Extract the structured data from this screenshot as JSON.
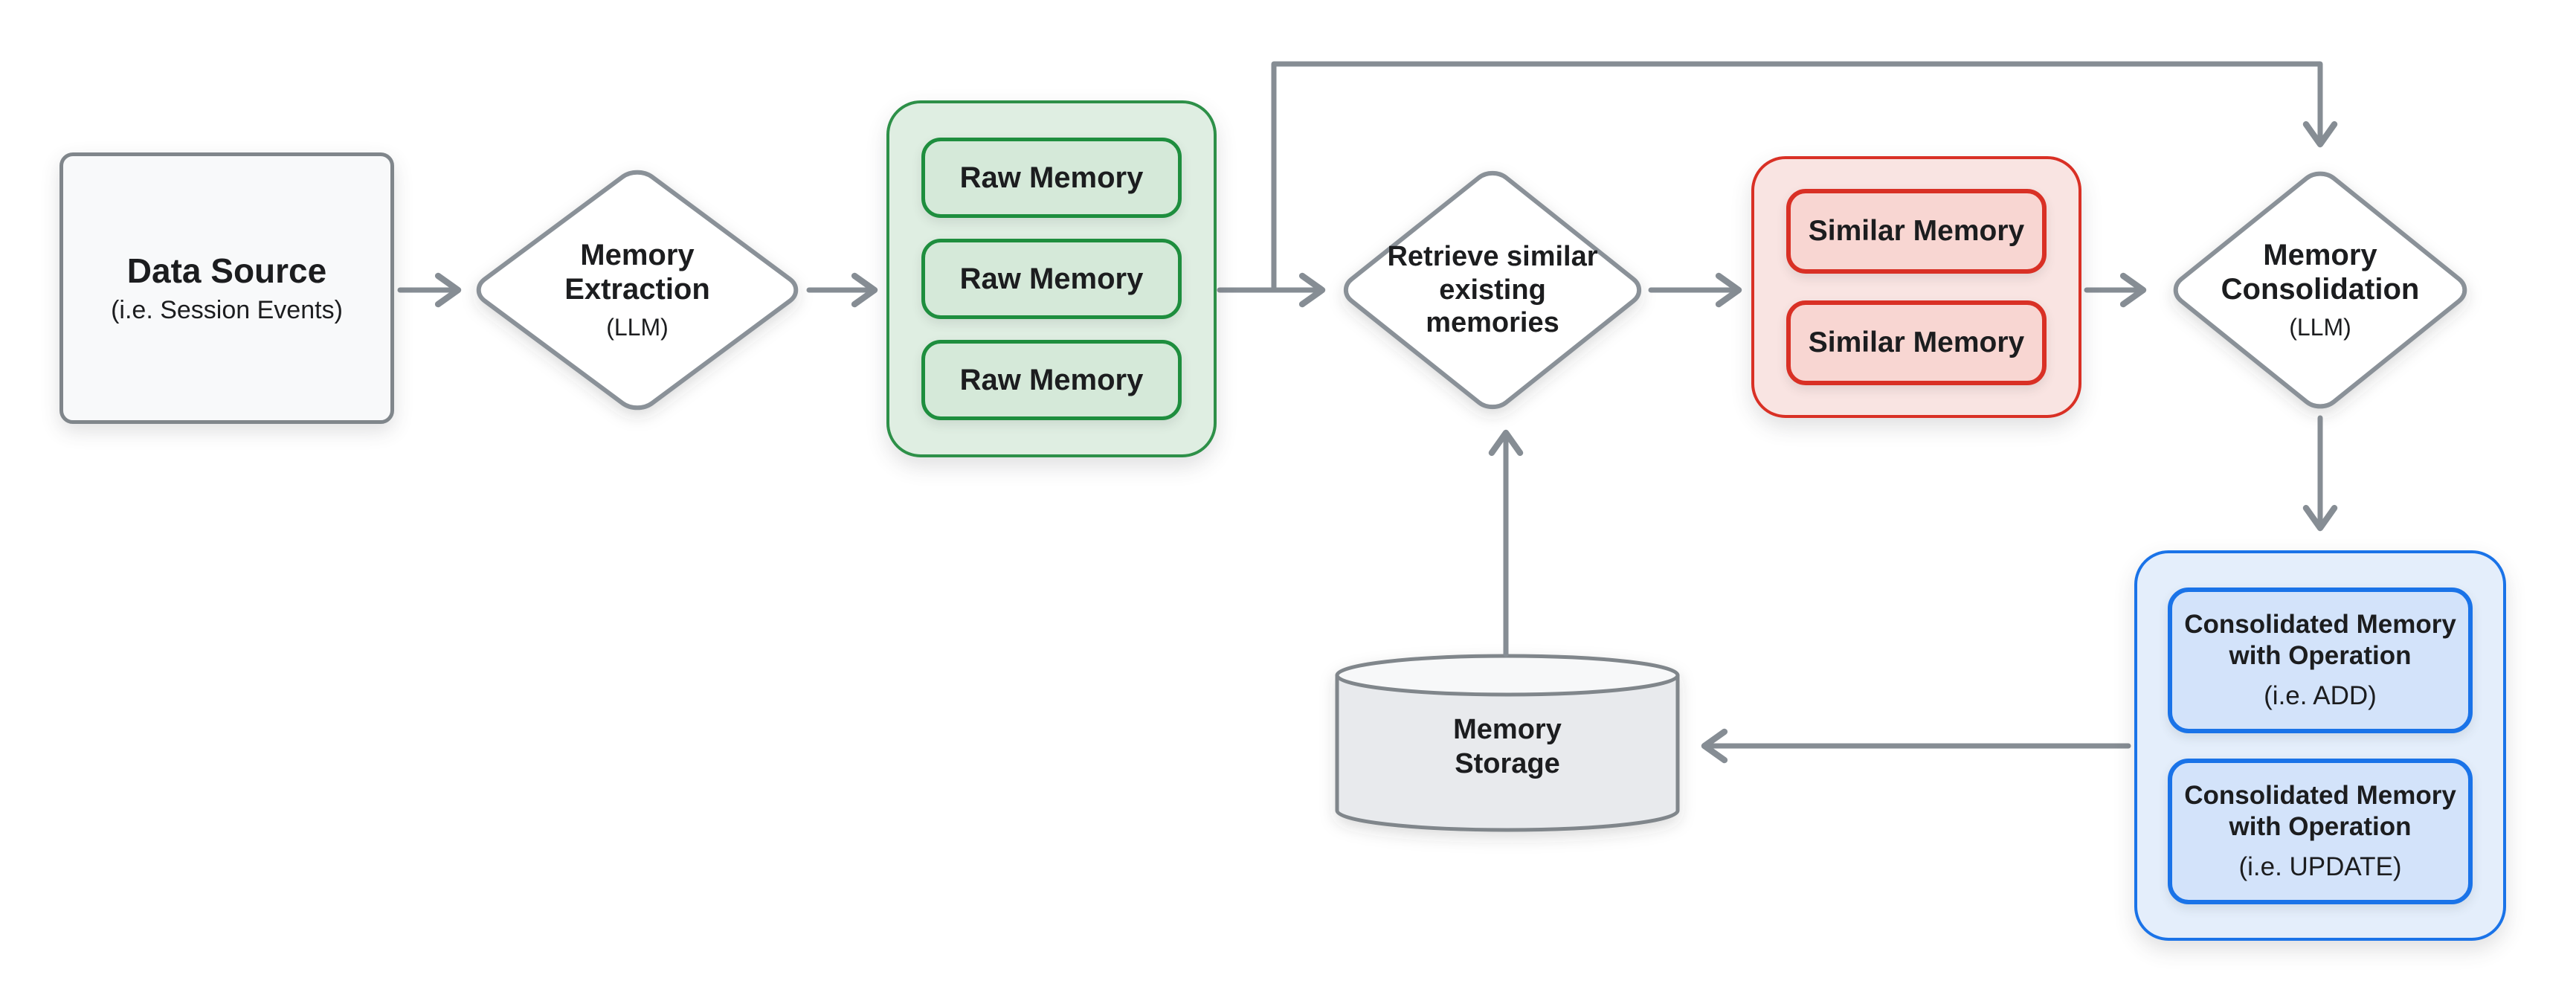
{
  "colors": {
    "stroke_gray": "#80868b",
    "arrow_gray": "#868d94",
    "diamond_stroke": "#8a9198",
    "text": "#1c1d1f",
    "data_source_bg": "#f8f9fa",
    "green_border": "#1e8e3e",
    "green_container_bg": "#dfeee2",
    "green_box_bg": "#d5e9d9",
    "red_border": "#d93025",
    "red_container_bg": "#f9e4e2",
    "red_box_bg": "#f8d6d2",
    "blue_border": "#1a73e8",
    "blue_container_bg": "#e4eefb",
    "blue_box_bg": "#d3e3fa",
    "cylinder_body_bg": "#e8eaed",
    "cylinder_top_bg": "#f7f8f9"
  },
  "nodes": {
    "data_source": {
      "title": "Data Source",
      "subtitle": "(i.e. Session Events)"
    },
    "memory_extraction": {
      "line1": "Memory",
      "line2": "Extraction",
      "subtitle": "(LLM)"
    },
    "raw_memories": {
      "items": [
        "Raw Memory",
        "Raw Memory",
        "Raw Memory"
      ]
    },
    "retrieve": {
      "line1": "Retrieve similar",
      "line2": "existing",
      "line3": "memories"
    },
    "similar_memories": {
      "items": [
        "Similar Memory",
        "Similar Memory"
      ]
    },
    "memory_consolidation": {
      "line1": "Memory",
      "line2": "Consolidation",
      "subtitle": "(LLM)"
    },
    "consolidated_memories": {
      "items": [
        {
          "title": "Consolidated Memory with Operation",
          "subtitle": "(i.e. ADD)"
        },
        {
          "title": "Consolidated Memory with Operation",
          "subtitle": "(i.e. UPDATE)"
        }
      ]
    },
    "memory_storage": {
      "line1": "Memory",
      "line2": "Storage"
    }
  }
}
